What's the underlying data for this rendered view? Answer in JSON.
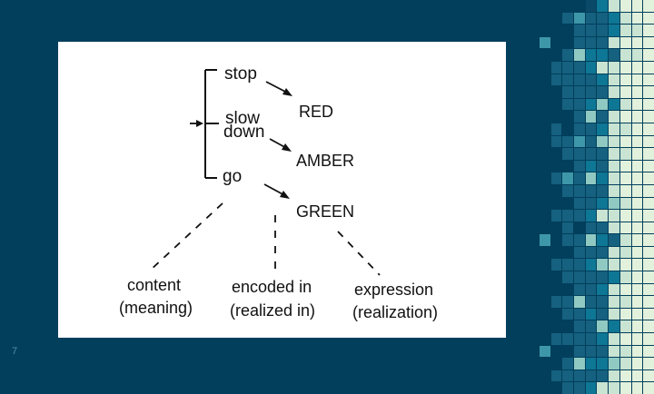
{
  "slide": {
    "background_color": "#023F5C",
    "page_number": "7"
  },
  "panel": {
    "background_color": "#FFFFFF",
    "title": ""
  },
  "diagram": {
    "type": "semiotic-realization-diagram",
    "content_terms": [
      {
        "id": "stop",
        "label": "stop"
      },
      {
        "id": "slow-down",
        "label_line1": "slow",
        "label_line2": "down",
        "label": "slow down"
      },
      {
        "id": "go",
        "label": "go"
      }
    ],
    "expression_terms": [
      {
        "id": "red",
        "label": "RED"
      },
      {
        "id": "amber",
        "label": "AMBER"
      },
      {
        "id": "green",
        "label": "GREEN"
      }
    ],
    "mappings": [
      {
        "from": "stop",
        "to": "RED"
      },
      {
        "from": "slow down",
        "to": "AMBER"
      },
      {
        "from": "go",
        "to": "GREEN"
      }
    ],
    "annotations": [
      {
        "id": "content",
        "line1": "content",
        "line2": "(meaning)"
      },
      {
        "id": "encoded-in",
        "line1": "encoded in",
        "line2": "(realized in)"
      },
      {
        "id": "expression",
        "line1": "expression",
        "line2": "(realization)"
      }
    ],
    "ink_color": "#111111"
  },
  "mosaic": {
    "columns": 10,
    "rows": 32,
    "palette": {
      "bg": "#023F5C",
      "deep": "#0A4A68",
      "mid": "#15617F",
      "teal": "#0E7795",
      "aqua": "#3E97A8",
      "light": "#8FC9C2",
      "pale": "#C9E4D2",
      "lightest": "#E2F1DC"
    },
    "cells": [
      0,
      0,
      0,
      0,
      1,
      3,
      6,
      7,
      7,
      7,
      0,
      0,
      2,
      4,
      2,
      2,
      3,
      6,
      7,
      7,
      0,
      0,
      0,
      2,
      2,
      2,
      3,
      6,
      6,
      7,
      4,
      0,
      0,
      2,
      2,
      2,
      6,
      7,
      7,
      7,
      0,
      0,
      2,
      5,
      3,
      3,
      2,
      6,
      6,
      7,
      0,
      2,
      2,
      2,
      3,
      6,
      6,
      7,
      7,
      7,
      0,
      2,
      2,
      2,
      2,
      3,
      6,
      7,
      7,
      7,
      0,
      0,
      2,
      2,
      2,
      2,
      6,
      7,
      7,
      7,
      0,
      0,
      2,
      2,
      3,
      5,
      3,
      6,
      7,
      7,
      0,
      0,
      0,
      2,
      5,
      2,
      6,
      7,
      7,
      7,
      0,
      2,
      0,
      2,
      2,
      3,
      6,
      6,
      7,
      7,
      0,
      2,
      2,
      4,
      2,
      5,
      6,
      7,
      7,
      7,
      0,
      0,
      2,
      2,
      2,
      2,
      6,
      6,
      7,
      7,
      0,
      0,
      0,
      2,
      3,
      2,
      6,
      7,
      7,
      7,
      0,
      2,
      4,
      2,
      5,
      3,
      6,
      7,
      7,
      7,
      0,
      0,
      2,
      2,
      2,
      2,
      6,
      7,
      7,
      7,
      0,
      0,
      0,
      2,
      2,
      3,
      5,
      6,
      7,
      7,
      0,
      2,
      2,
      2,
      3,
      6,
      6,
      7,
      7,
      7,
      0,
      0,
      2,
      0,
      2,
      2,
      6,
      7,
      7,
      7,
      4,
      0,
      2,
      2,
      5,
      3,
      2,
      6,
      7,
      7,
      0,
      0,
      0,
      2,
      2,
      2,
      6,
      6,
      7,
      7,
      0,
      2,
      2,
      2,
      3,
      5,
      6,
      7,
      7,
      7,
      0,
      0,
      2,
      2,
      2,
      2,
      3,
      6,
      7,
      7,
      0,
      0,
      0,
      2,
      2,
      3,
      6,
      7,
      7,
      7,
      0,
      2,
      2,
      5,
      2,
      2,
      6,
      6,
      7,
      7,
      0,
      0,
      2,
      2,
      3,
      2,
      6,
      7,
      7,
      7,
      0,
      0,
      0,
      2,
      2,
      5,
      3,
      6,
      7,
      7,
      0,
      2,
      2,
      2,
      2,
      3,
      6,
      7,
      7,
      7,
      4,
      0,
      0,
      2,
      2,
      2,
      6,
      6,
      7,
      7,
      0,
      0,
      2,
      5,
      3,
      3,
      5,
      6,
      7,
      7,
      0,
      2,
      2,
      2,
      2,
      2,
      6,
      7,
      7,
      7,
      0,
      0,
      2,
      2,
      3,
      6,
      6,
      7,
      7,
      7
    ]
  }
}
